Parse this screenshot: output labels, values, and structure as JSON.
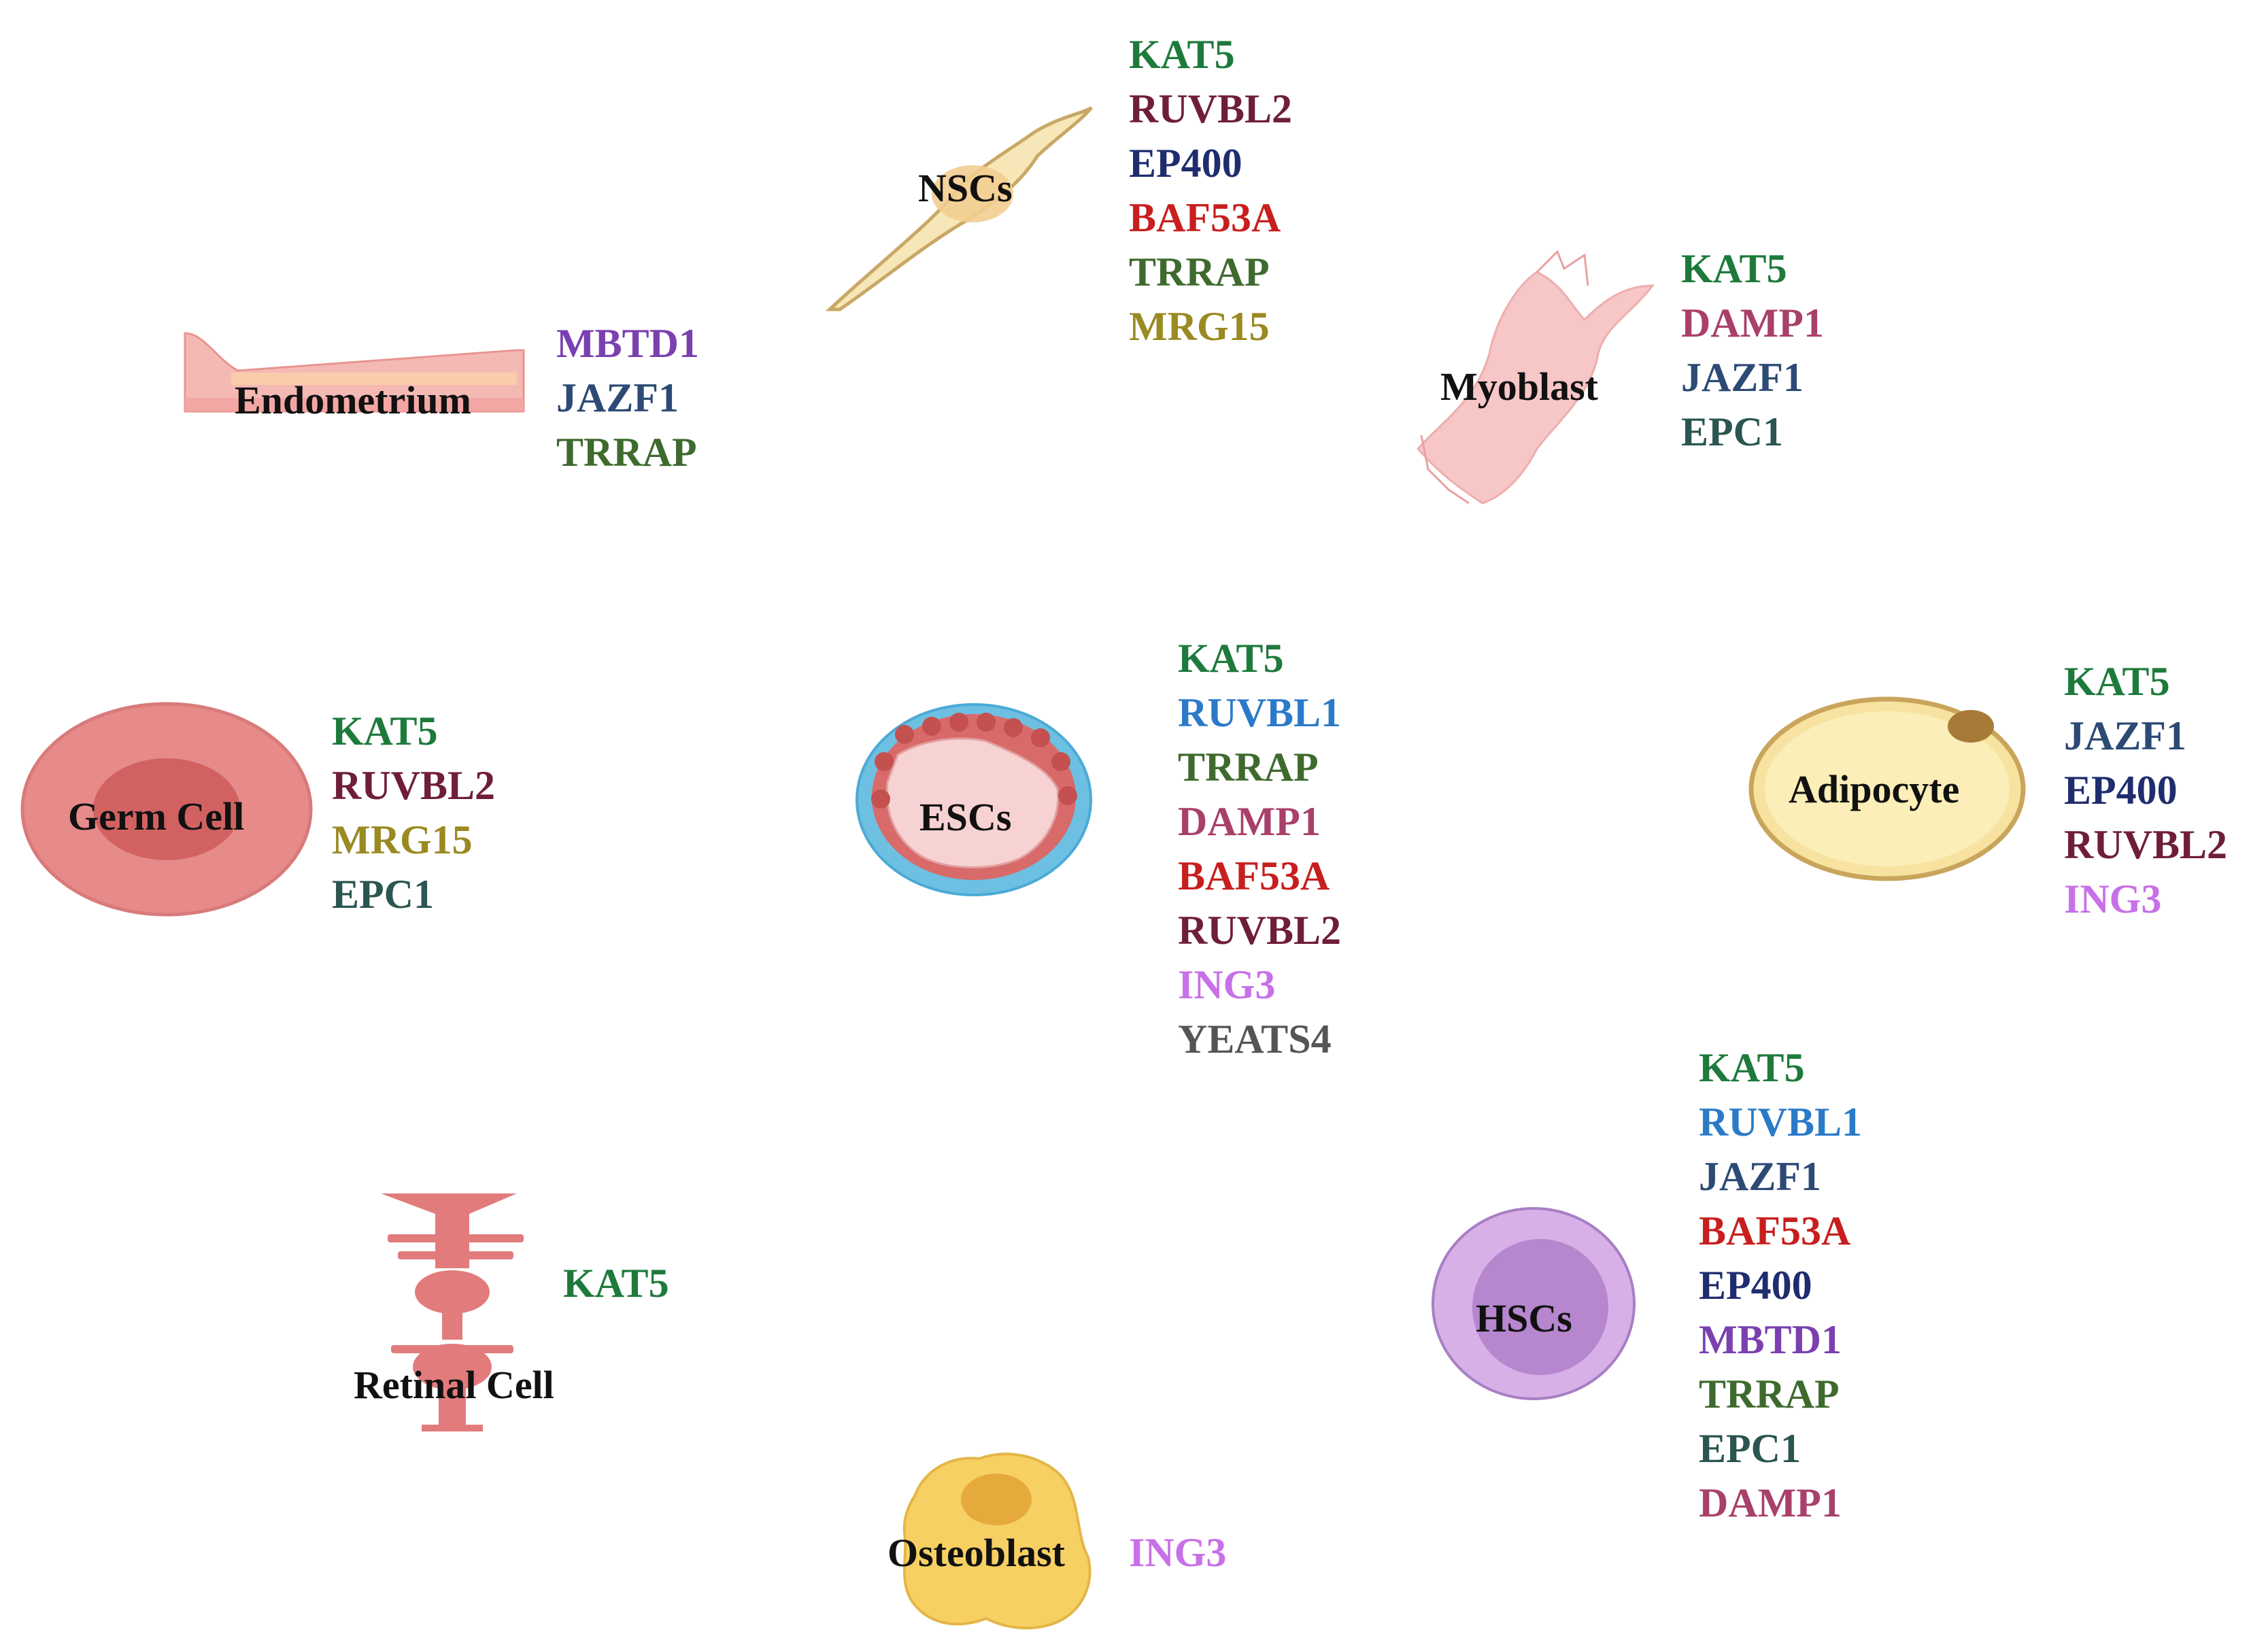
{
  "gene_colors": {
    "KAT5": "#1e7a3c",
    "RUVBL2": "#6e1e3a",
    "EP400": "#1f2d6e",
    "BAF53A": "#c81e1e",
    "TRRAP": "#3e6a2e",
    "MRG15": "#9a8a22",
    "DAMP1": "#a8406a",
    "JAZF1": "#2c4a74",
    "EPC1": "#2a5550",
    "MBTD1": "#7a40b0",
    "RUVBL1": "#2a7ac8",
    "ING3": "#c870e8",
    "YEATS4": "#555555"
  },
  "cells": {
    "nscs": {
      "label": "NSCs",
      "genes": [
        "KAT5",
        "RUVBL2",
        "EP400",
        "BAF53A",
        "TRRAP",
        "MRG15"
      ]
    },
    "endometrium": {
      "label": "Endometrium",
      "genes": [
        "MBTD1",
        "JAZF1",
        "TRRAP"
      ]
    },
    "myoblast": {
      "label": "Myoblast",
      "genes": [
        "KAT5",
        "DAMP1",
        "JAZF1",
        "EPC1"
      ]
    },
    "germ_cell": {
      "label": "Germ Cell",
      "genes": [
        "KAT5",
        "RUVBL2",
        "MRG15",
        "EPC1"
      ]
    },
    "escs": {
      "label": "ESCs",
      "genes": [
        "KAT5",
        "RUVBL1",
        "TRRAP",
        "DAMP1",
        "BAF53A",
        "RUVBL2",
        "ING3",
        "YEATS4"
      ]
    },
    "adipocyte": {
      "label": "Adipocyte",
      "genes": [
        "KAT5",
        "JAZF1",
        "EP400",
        "RUVBL2",
        "ING3"
      ]
    },
    "hscs": {
      "label": "HSCs",
      "genes": [
        "KAT5",
        "RUVBL1",
        "JAZF1",
        "BAF53A",
        "EP400",
        "MBTD1",
        "TRRAP",
        "EPC1",
        "DAMP1"
      ]
    },
    "retinal_cell": {
      "label": "Retinal Cell",
      "genes": [
        "KAT5"
      ]
    },
    "osteoblast": {
      "label": "Osteoblast",
      "genes": [
        "ING3"
      ]
    }
  }
}
